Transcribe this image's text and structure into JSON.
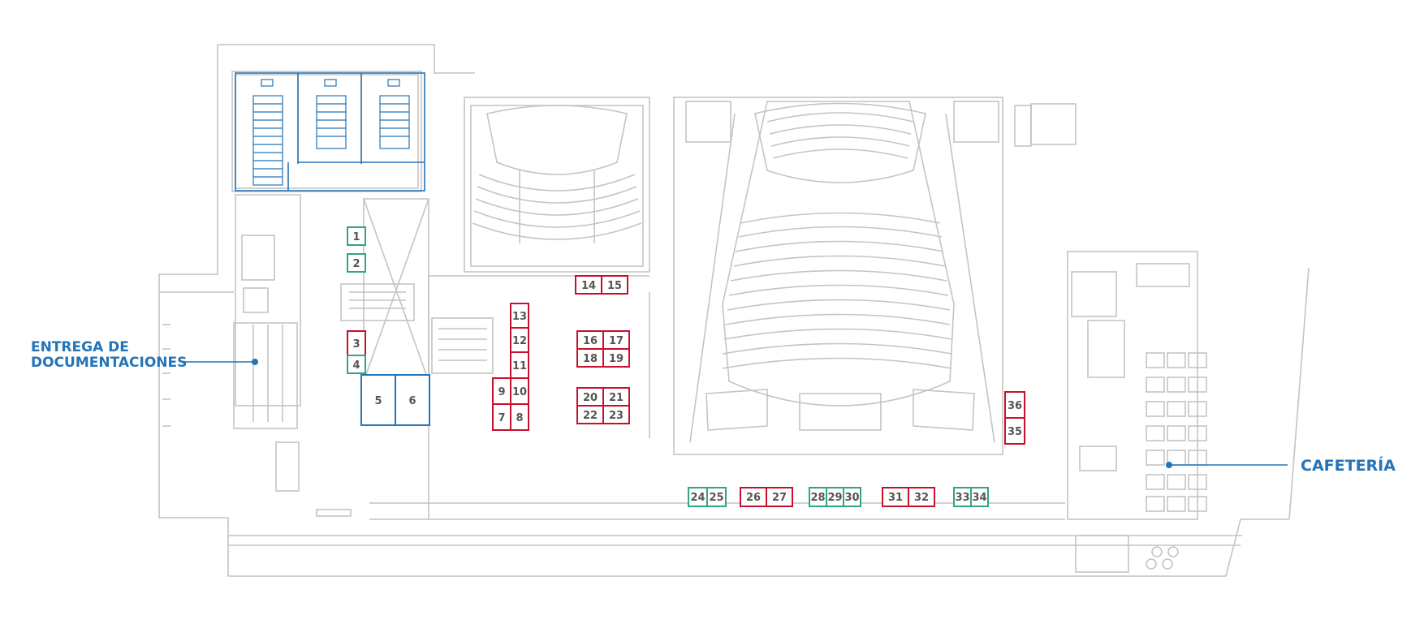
{
  "labels": {
    "entrega_line1": "ENTREGA DE",
    "entrega_line2": "DOCUMENTACIONES",
    "cafeteria": "CAFETERÍA"
  },
  "booths": {
    "b1": "1",
    "b2": "2",
    "b3": "3",
    "b4": "4",
    "b5": "5",
    "b6": "6",
    "b7": "7",
    "b8": "8",
    "b9": "9",
    "b10": "10",
    "b11": "11",
    "b12": "12",
    "b13": "13",
    "b14": "14",
    "b15": "15",
    "b16": "16",
    "b17": "17",
    "b18": "18",
    "b19": "19",
    "b20": "20",
    "b21": "21",
    "b22": "22",
    "b23": "23",
    "b24": "24",
    "b25": "25",
    "b26": "26",
    "b27": "27",
    "b28": "28",
    "b29": "29",
    "b30": "30",
    "b31": "31",
    "b32": "32",
    "b33": "33",
    "b34": "34",
    "b35": "35",
    "b36": "36"
  },
  "colors": {
    "red": "#c8102e",
    "green": "#2fa77b",
    "blue": "#2474b8",
    "wall": "#c4c4c4"
  }
}
